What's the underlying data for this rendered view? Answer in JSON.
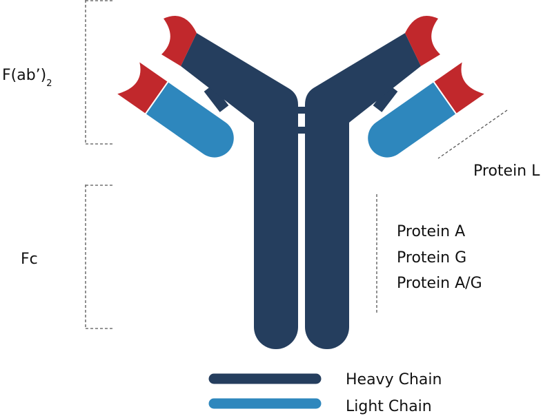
{
  "regions": {
    "fab2": {
      "text": "F(ab’)",
      "subscript": "2"
    },
    "fc": {
      "text": "Fc"
    }
  },
  "binders": {
    "light": "Protein L",
    "heavy": [
      "Protein A",
      "Protein G",
      "Protein A/G"
    ]
  },
  "legend": [
    {
      "label": "Heavy Chain",
      "color": "#253e5e"
    },
    {
      "label": "Light Chain",
      "color": "#2e87bd"
    }
  ],
  "colors": {
    "heavy": "#253e5e",
    "light": "#2e87bd",
    "variable": "#c1282c",
    "bracket": "#555555"
  }
}
